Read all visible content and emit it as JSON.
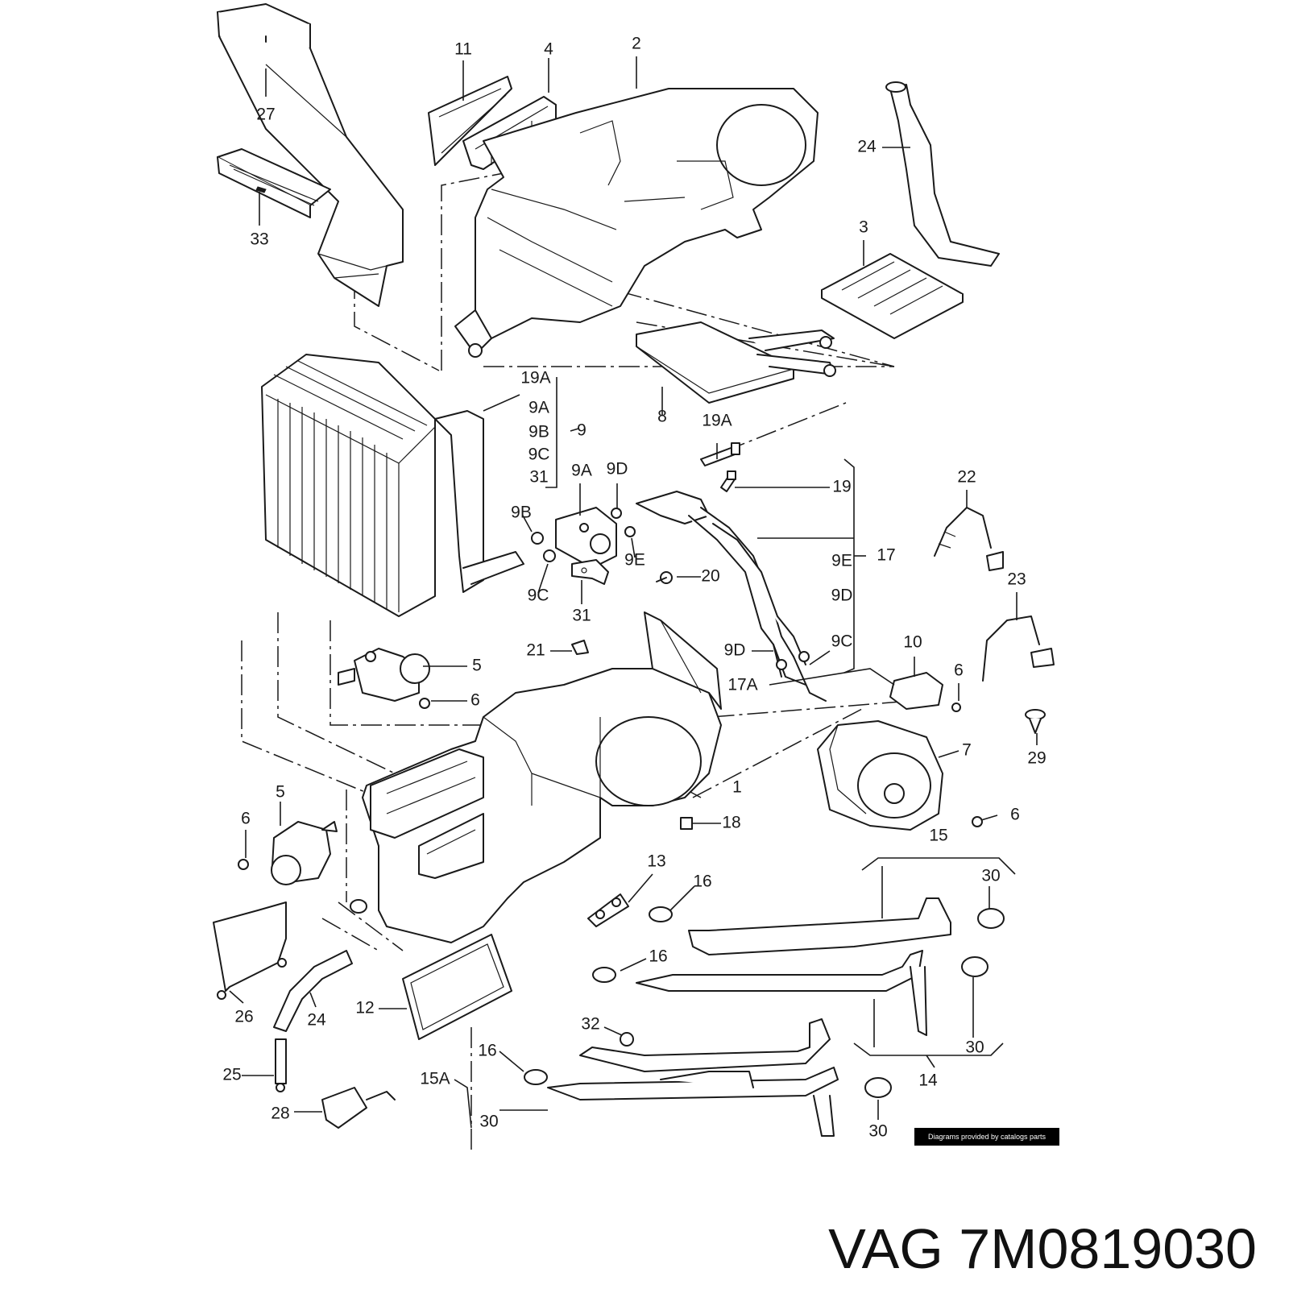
{
  "credit": "Diagrams provided by catalogs parts",
  "title": "VAG 7M0819030",
  "callouts": [
    "11",
    "4",
    "2",
    "27",
    "33",
    "24",
    "3",
    "8",
    "19A",
    "9A",
    "9B",
    "9C",
    "31",
    "9",
    "9A",
    "9D",
    "9B",
    "9E",
    "9C",
    "31",
    "19A",
    "19",
    "17",
    "9E",
    "9D",
    "20",
    "21",
    "9D",
    "9C",
    "17A",
    "22",
    "23",
    "10",
    "6",
    "29",
    "5",
    "6",
    "1",
    "7",
    "6",
    "5",
    "6",
    "18",
    "13",
    "16",
    "15",
    "30",
    "16",
    "26",
    "24",
    "12",
    "30",
    "32",
    "16",
    "25",
    "15A",
    "28",
    "30",
    "30",
    "14"
  ],
  "colors": {
    "ink": "#1a1a1a",
    "background": "#ffffff",
    "badge": "#000000"
  }
}
